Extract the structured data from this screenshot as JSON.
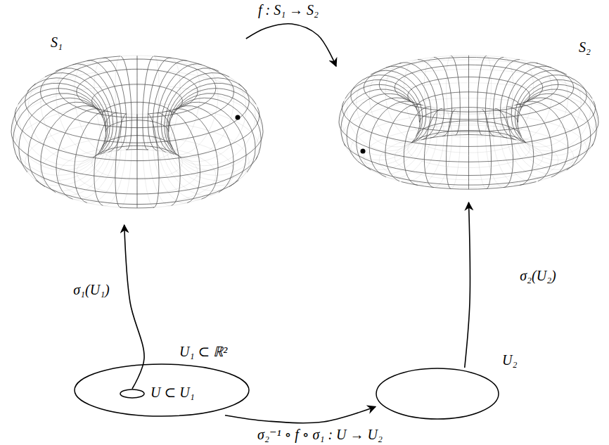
{
  "diagram": {
    "nodes": [
      {
        "text": [
          "S₁"
        ]
      },
      {
        "text": [
          "S₂"
        ]
      },
      {
        "text": [
          "U₁ ⊂ ℝ²"
        ]
      },
      {
        "text": [
          "U ⊂ U₁"
        ],
        "in": 2
      },
      {
        "text": [
          "U₂"
        ]
      }
    ],
    "edges": [
      {
        "from": 0,
        "to": 1,
        "arrow": "to",
        "label": "f : S₁ → S₂"
      },
      {
        "from": 3,
        "to": 0,
        "arrow": "to",
        "label": "σ₁(U₁)"
      },
      {
        "from": 4,
        "to": 1,
        "arrow": "to",
        "label": "σ₂(U₂)"
      },
      {
        "from": 2,
        "to": 4,
        "arrow": "to",
        "label": "σ₂⁻¹ ∘ f ∘ σ₁ : U → U₂"
      }
    ]
  }
}
